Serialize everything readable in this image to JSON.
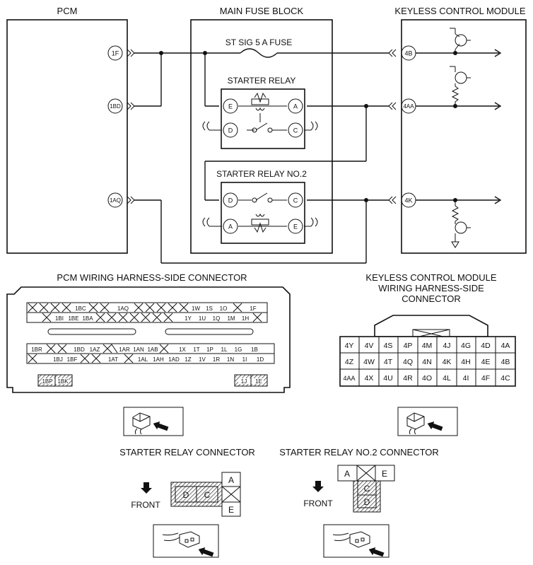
{
  "titles": {
    "pcm": "PCM",
    "fuse_block": "MAIN FUSE BLOCK",
    "keyless": "KEYLESS CONTROL MODULE",
    "fuse": "ST SIG 5 A FUSE",
    "starter_relay": "STARTER RELAY",
    "starter_relay2": "STARTER RELAY NO.2",
    "pcm_conn": "PCM WIRING HARNESS-SIDE CONNECTOR",
    "kcm_conn1": "KEYLESS CONTROL MODULE",
    "kcm_conn2": "WIRING HARNESS-SIDE",
    "kcm_conn3": "CONNECTOR",
    "sr_conn": "STARTER RELAY CONNECTOR",
    "sr2_conn": "STARTER RELAY NO.2 CONNECTOR",
    "front": "FRONT"
  },
  "pcm_terminals": [
    "1F",
    "1BD",
    "1AQ"
  ],
  "keyless_terminals": [
    "4B",
    "4AA",
    "4K"
  ],
  "relay1_pins": [
    "E",
    "A",
    "D",
    "C"
  ],
  "relay2_pins": [
    "D",
    "C",
    "A",
    "E"
  ],
  "pcm_rows": [
    [
      "1BC",
      "1AQ",
      "1W",
      "1S",
      "1O",
      "1F"
    ],
    [
      "1BI",
      "1BE",
      "1BA",
      "1Y",
      "1U",
      "1Q",
      "1M",
      "1H"
    ],
    [
      "1BR",
      "1BD",
      "1AZ",
      "1AR",
      "1AN",
      "1AB",
      "1X",
      "1T",
      "1P",
      "1L",
      "1G",
      "1B"
    ],
    [
      "1BJ",
      "1BF",
      "1AT",
      "1AL",
      "1AH",
      "1AD",
      "1Z",
      "1V",
      "1R",
      "1N",
      "1I",
      "1D"
    ],
    [
      "1BP",
      "1BK",
      "1J",
      "1E"
    ]
  ],
  "kcm_grid": [
    [
      "4Y",
      "4V",
      "4S",
      "4P",
      "4M",
      "4J",
      "4G",
      "4D",
      "4A"
    ],
    [
      "4Z",
      "4W",
      "4T",
      "4Q",
      "4N",
      "4K",
      "4H",
      "4E",
      "4B"
    ],
    [
      "4AA",
      "4X",
      "4U",
      "4R",
      "4O",
      "4L",
      "4I",
      "4F",
      "4C"
    ]
  ],
  "sr_conn_pins": [
    "D",
    "C",
    "A",
    "E"
  ],
  "sr2_conn_pins": [
    "A",
    "E",
    "C",
    "D"
  ]
}
